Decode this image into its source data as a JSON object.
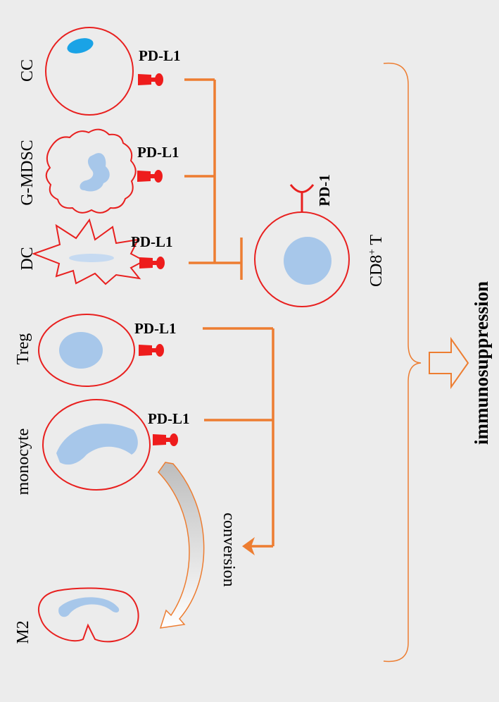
{
  "cells": {
    "cc": "CC",
    "gmdsc": "G-MDSC",
    "dc": "DC",
    "treg": "Treg",
    "monocyte": "monocyte",
    "m2": "M2",
    "cd8_main": "CD8",
    "cd8_sup": "+",
    "cd8_tail": " T"
  },
  "receptors": {
    "pdl1": "PD-L1",
    "pd1": "PD-1"
  },
  "annotations": {
    "conversion": "conversion",
    "outcome": "immunosuppression"
  },
  "colors": {
    "background": "#ececec",
    "cell_outline": "#e8201f",
    "ligand": "#ee1c1c",
    "connector": "#ed7d31",
    "nucleus": "#a7c7ea",
    "cc_nucleus": "#1aa3e6",
    "conversion_arrow_gray": "#bdbdbd"
  }
}
